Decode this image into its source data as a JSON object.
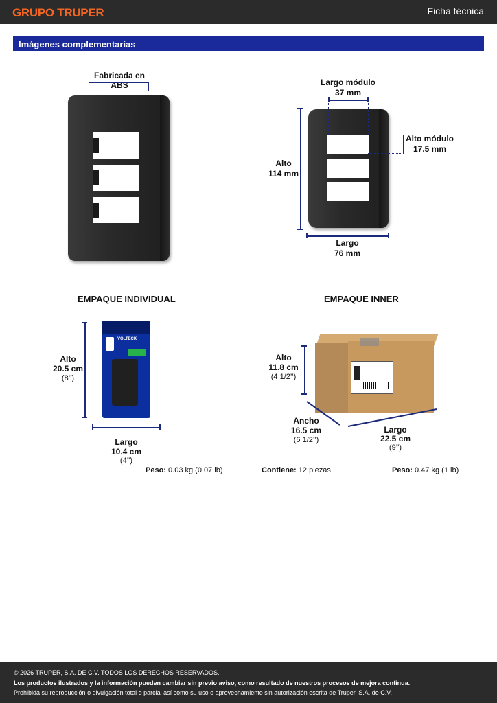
{
  "header": {
    "brand": "GRUPO TRUPER",
    "doc_type": "Ficha técnica"
  },
  "section": {
    "title": "Imágenes complementarias"
  },
  "product": {
    "material_label": "Fabricada en ABS",
    "module_length_label": "Largo módulo",
    "module_length_value": "37 mm",
    "module_height_label": "Alto módulo",
    "module_height_value": "17.5 mm",
    "height_label": "Alto",
    "height_value": "114 mm",
    "length_label": "Largo",
    "length_value": "76 mm"
  },
  "individual_pack": {
    "heading": "EMPAQUE INDIVIDUAL",
    "height_label": "Alto",
    "height_cm": "20.5 cm",
    "height_in": "(8’’)",
    "length_label": "Largo",
    "length_cm": "10.4 cm",
    "length_in": "(4’’)",
    "weight_label": "Peso:",
    "weight_value": "0.03 kg (0.07 lb)",
    "brand": "VOLTECK"
  },
  "inner_pack": {
    "heading": "EMPAQUE INNER",
    "height_label": "Alto",
    "height_cm": "11.8 cm",
    "height_in": "(4 1/2’’)",
    "width_label": "Ancho",
    "width_cm": "16.5 cm",
    "width_in": "(6 1/2’’)",
    "length_label": "Largo",
    "length_cm": "22.5 cm",
    "length_in": "(9’’)",
    "contains_label": "Contiene:",
    "contains_value": "12 piezas",
    "weight_label": "Peso:",
    "weight_value": "0.47 kg (1 lb)"
  },
  "footer": {
    "copyright": "© 2026 TRUPER, S.A. DE C.V. TODOS LOS DERECHOS RESERVADOS.",
    "notice": "Los productos ilustrados y la información pueden cambiar sin previo aviso, como resultado de nuestros procesos de mejora continua.",
    "prohibition": "Prohibida su reproducción o divulgación total o parcial así como su uso o aprovechamiento sin autorización escrita de Truper, S.A. de C.V."
  }
}
